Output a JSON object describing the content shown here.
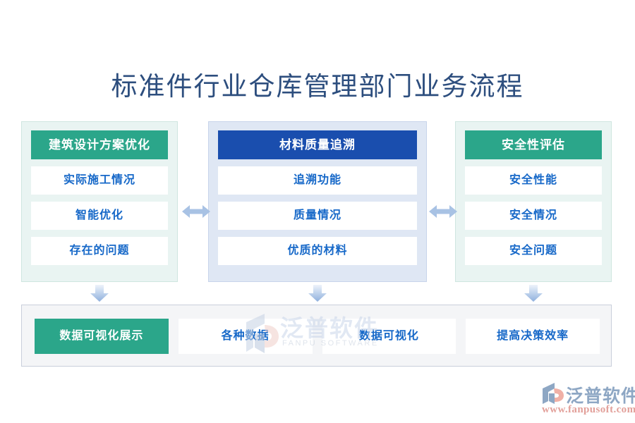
{
  "title": "标准件行业仓库管理部门业务流程",
  "colors": {
    "green": "#2ba68a",
    "blue": "#1a4eae",
    "item_text": "#1668c8",
    "title_text": "#2d4e7e",
    "green_panel_bg": "#e9f4f2",
    "blue_panel_bg": "#dfe7f4",
    "bottom_band_bg": "#f4f5f7",
    "arrow": "#a8c2e4"
  },
  "columns": [
    {
      "header": "建筑设计方案优化",
      "header_style": "green",
      "items": [
        "实际施工情况",
        "智能优化",
        "存在的问题"
      ]
    },
    {
      "header": "材料质量追溯",
      "header_style": "blue",
      "items": [
        "追溯功能",
        "质量情况",
        "优质的材料"
      ]
    },
    {
      "header": "安全性评估",
      "header_style": "green",
      "items": [
        "安全性能",
        "安全情况",
        "安全问题"
      ]
    }
  ],
  "bottom": {
    "items": [
      {
        "label": "数据可视化展示",
        "highlight": true
      },
      {
        "label": "各种数据",
        "highlight": false
      },
      {
        "label": "数据可视化",
        "highlight": false
      },
      {
        "label": "提高决策效率",
        "highlight": false
      }
    ]
  },
  "watermark": {
    "text": "泛普软件",
    "subtext": "FANPU SOFTWARE"
  },
  "logo": {
    "text": "泛普软件",
    "url": "www.fanpusoft.com"
  }
}
